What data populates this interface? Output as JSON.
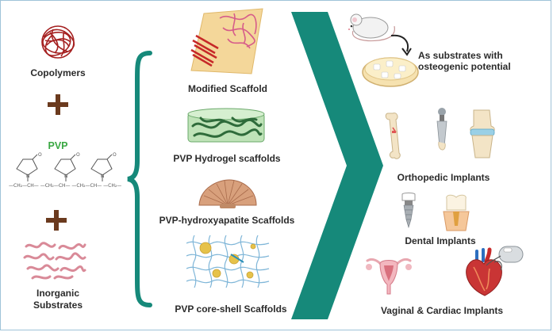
{
  "left_column": {
    "copolymers_label": "Copolymers",
    "pvp_label": "PVP",
    "structure_formula": "—CH₂—CH— —CH₂—CH— —CH₂—CH— —CH₂—",
    "inorganic_label_line1": "Inorganic",
    "inorganic_label_line2": "Substrates"
  },
  "scaffolds": {
    "items": [
      {
        "label": "Modified Scaffold"
      },
      {
        "label": "PVP Hydrogel scaffolds"
      },
      {
        "label": "PVP-hydroxyapatite Scaffolds"
      },
      {
        "label": "PVP core-shell Scaffolds"
      }
    ]
  },
  "applications": {
    "substrates_line1": "As substrates with",
    "substrates_line2": "osteogenic potential",
    "orthopedic": "Orthopedic Implants",
    "dental": "Dental Implants",
    "vaginal_cardiac": "Vaginal & Cardiac Implants"
  },
  "colors": {
    "teal": "#16897a",
    "plus": "#6b3a1e",
    "pvp_green": "#3aa843",
    "copolymer_red": "#a52020",
    "inorganic_pink": "#d98a98"
  }
}
